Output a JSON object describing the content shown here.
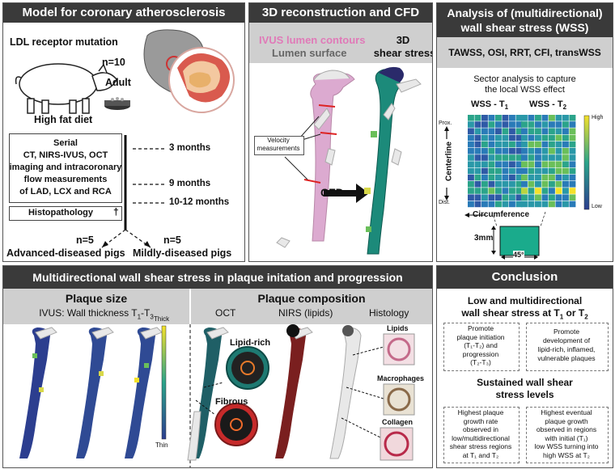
{
  "model": {
    "title": "Model for coronary atherosclerosis",
    "ldl": "LDL receptor mutation",
    "n": "n=10",
    "adult": "Adult",
    "diet": "High fat diet",
    "serial_lines": [
      "Serial",
      "CT, NIRS-IVUS, OCT",
      "imaging and intracoronary",
      "flow measurements",
      "of LAD, LCX and RCA"
    ],
    "histopathology": "Histopathology",
    "dagger": "†",
    "times": [
      "3 months",
      "9 months",
      "10-12 months"
    ],
    "advanced_n": "n=5",
    "advanced_label": "Advanced-diseased pigs",
    "mild_n": "n=5",
    "mild_label": "Mildly-diseased pigs"
  },
  "recon": {
    "title": "3D reconstruction and CFD",
    "ivus": "IVUS lumen contours",
    "lumen": "Lumen surface",
    "wss3d_1": "3D",
    "wss3d_2": "shear stress",
    "velocity": "Velocity measurements",
    "cfd": "CFD"
  },
  "wss": {
    "title_1": "Analysis of (multidirectional)",
    "title_2": "wall shear stress (WSS)",
    "metrics": "TAWSS, OSI, RRT, CFI, transWSS",
    "sector_1": "Sector analysis to capture",
    "sector_2": "the local WSS effect",
    "wss_t1": "WSS - T",
    "wss_t1_sub": "1",
    "wss_t2": "WSS - T",
    "wss_t2_sub": "2",
    "high": "High",
    "low": "Low",
    "prox": "Prox.",
    "dist": "Dist.",
    "centerline": "Centerline",
    "circumference": "Circumference",
    "mm": "3mm",
    "deg": "45°"
  },
  "multi": {
    "title": "Multidirectional wall shear stress in plaque initation and progression",
    "size_title": "Plaque size",
    "size_sub": "IVUS: Wall thickness T",
    "size_sub_1": "1",
    "size_sub_dash": "-T",
    "size_sub_3": "3",
    "thick": "Thick",
    "thin": "Thin",
    "comp_title": "Plaque composition",
    "oct": "OCT",
    "nirs": "NIRS (lipids)",
    "histology": "Histology",
    "lipid_rich": "Lipid-rich",
    "fibrous": "Fibrous",
    "lipids": "Lipids",
    "macrophages": "Macrophages",
    "collagen": "Collagen"
  },
  "conclusion": {
    "title": "Conclusion",
    "low_1": "Low and multidirectional",
    "low_2": "wall shear stress at T",
    "low_sub1": "1",
    "low_or": " or T",
    "low_sub2": "2",
    "box1_lines": [
      "Promote",
      "plaque initiation",
      "(T₁-T₂) and",
      "progression",
      "(T₂-T₃)"
    ],
    "box2_lines": [
      "Promote",
      "development of",
      "lipid-rich, inflamed,",
      "vulnerable plaques"
    ],
    "sustained_1": "Sustained wall shear",
    "sustained_2": "stress levels",
    "box3_lines": [
      "Highest plaque",
      "growth rate",
      "observed in",
      "low/multidirectional",
      "shear stress regions",
      "at T₁ and T₂"
    ],
    "box4_lines": [
      "Highest eventual",
      "plaque growth",
      "observed in regions",
      "with initial (T₁)",
      "low WSS turning into",
      "high WSS at T₂"
    ]
  },
  "colors": {
    "header": "#3a3a3a",
    "subheader": "#cfcfcf",
    "ivus_pink": "#e07ab8",
    "vessel_pink": "#dcaad0"
  }
}
